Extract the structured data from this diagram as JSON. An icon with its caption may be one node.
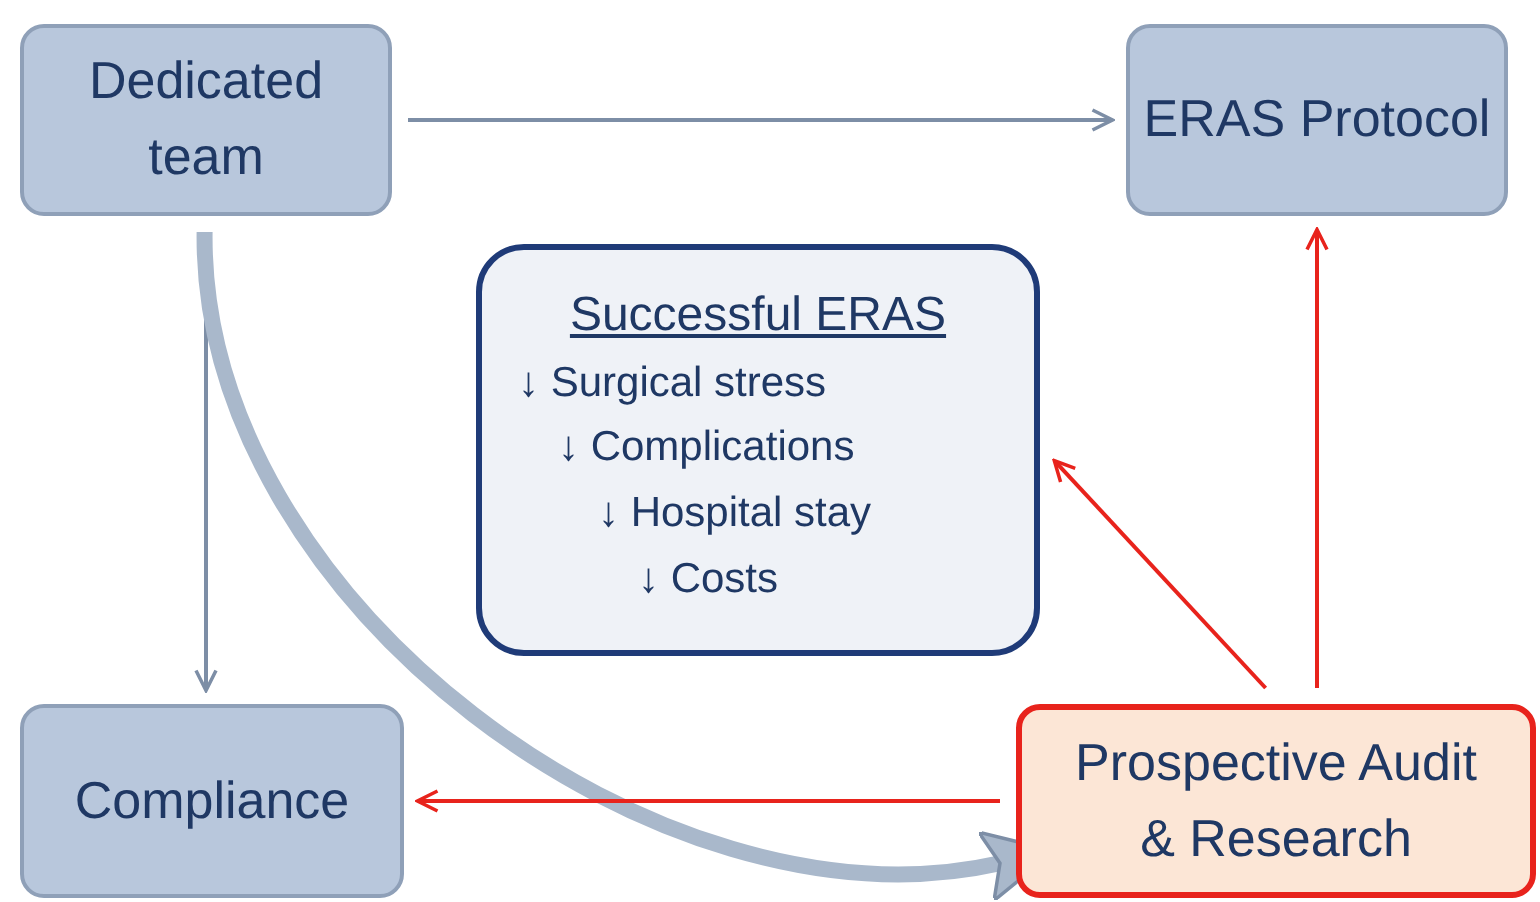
{
  "diagram": {
    "nodes": [
      {
        "text": [
          "Dedicated team"
        ]
      },
      {
        "text": [
          "ERAS Protocol"
        ]
      },
      {
        "text": [
          "Successful ERAS",
          "↓ Surgical stress",
          "↓ Complications",
          "↓ Hospital stay",
          "↓ Costs"
        ]
      },
      {
        "text": [
          "Compliance"
        ]
      },
      {
        "text": [
          "Prospective Audit & Research"
        ]
      }
    ],
    "edges": [
      {
        "from": 0,
        "to": 1,
        "arrow": "to",
        "color": "#7d8ea6"
      },
      {
        "from": 0,
        "to": 3,
        "arrow": "to",
        "color": "#7d8ea6"
      },
      {
        "from": 0,
        "to": 4,
        "arrow": "to",
        "style": "thick",
        "color": "#a9b8cb"
      },
      {
        "from": 4,
        "to": 3,
        "arrow": "to",
        "color": "#e8231c"
      },
      {
        "from": 4,
        "to": 2,
        "arrow": "to",
        "color": "#e8231c"
      },
      {
        "from": 4,
        "to": 1,
        "arrow": "to",
        "color": "#e8231c"
      }
    ]
  }
}
